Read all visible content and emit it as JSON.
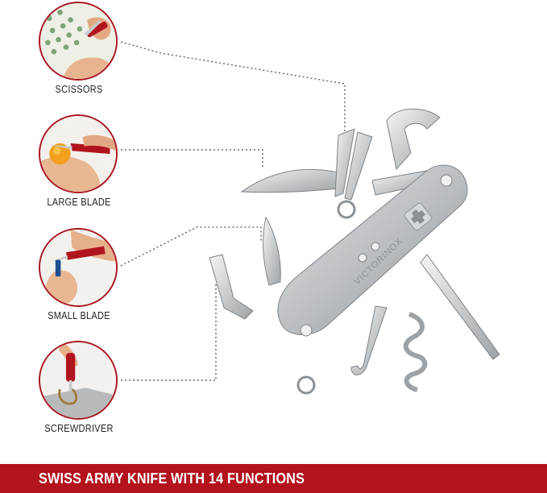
{
  "features": [
    {
      "id": "scissors",
      "label": "SCISSORS",
      "icon": "scissors-photo-icon"
    },
    {
      "id": "large-blade",
      "label": "LARGE BLADE",
      "icon": "large-blade-photo-icon"
    },
    {
      "id": "small-blade",
      "label": "SMALL BLADE",
      "icon": "small-blade-photo-icon"
    },
    {
      "id": "screwdriver",
      "label": "SCREWDRIVER",
      "icon": "screwdriver-photo-icon"
    }
  ],
  "footer": {
    "title": "SWISS ARMY KNIFE WITH 14 FUNCTIONS"
  },
  "knife": {
    "brand": "VICTORINOX"
  },
  "colors": {
    "accent": "#b3131d",
    "circle_border": "#a8141f",
    "leader": "#555555",
    "silver": "#c9ccce"
  }
}
